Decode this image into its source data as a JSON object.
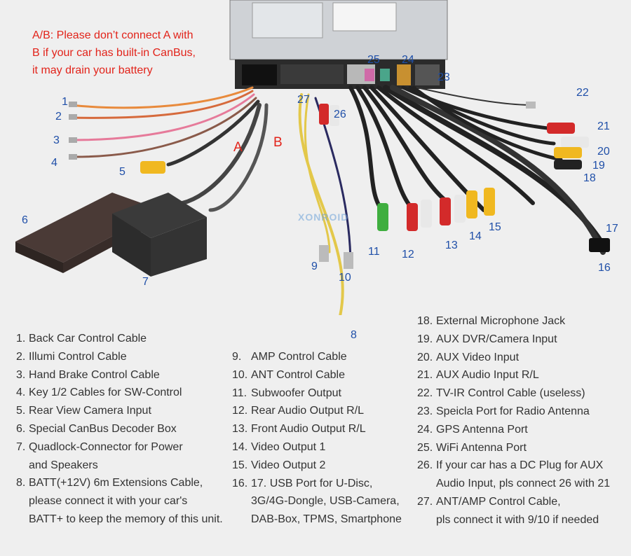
{
  "warning": "A/B: Please don’t connect A with\nB if your car has built-in CanBus,\nit may drain your battery",
  "ab_labels": {
    "a": "A",
    "b": "B"
  },
  "callouts": [
    "1",
    "2",
    "3",
    "4",
    "5",
    "6",
    "7",
    "8",
    "9",
    "10",
    "11",
    "12",
    "13",
    "14",
    "15",
    "16",
    "17",
    "18",
    "19",
    "20",
    "21",
    "22",
    "23",
    "24",
    "25",
    "26",
    "27"
  ],
  "watermark": "XONROID",
  "legend": {
    "col1": [
      {
        "num": "1.",
        "text": "Back Car Control Cable"
      },
      {
        "num": "2.",
        "text": "Illumi Control Cable"
      },
      {
        "num": "3.",
        "text": "Hand Brake Control Cable"
      },
      {
        "num": "4.",
        "text": "Key 1/2 Cables for SW-Control"
      },
      {
        "num": "5.",
        "text": "Rear View Camera Input"
      },
      {
        "num": "6.",
        "text": "Special CanBus Decoder Box"
      },
      {
        "num": "7.",
        "text": "Quadlock-Connector for Power\nand Speakers"
      },
      {
        "num": "8.",
        "text": "BATT(+12V) 6m Extensions Cable,\nplease connect it with your car's\nBATT+ to keep the memory of this unit."
      }
    ],
    "col2": [
      {
        "num": "9.",
        "text": "AMP Control Cable"
      },
      {
        "num": "10.",
        "text": "ANT Control Cable"
      },
      {
        "num": "11.",
        "text": "Subwoofer Output"
      },
      {
        "num": "12.",
        "text": "Rear Audio Output R/L"
      },
      {
        "num": "13.",
        "text": "Front Audio Output R/L"
      },
      {
        "num": "14.",
        "text": "Video Output 1"
      },
      {
        "num": "15.",
        "text": "Video Output 2"
      },
      {
        "num": "16.",
        "text": "17. USB Port for U-Disc,\n3G/4G-Dongle, USB-Camera,\nDAB-Box, TPMS, Smartphone"
      }
    ],
    "col3": [
      {
        "num": "18.",
        "text": "External Microphone Jack"
      },
      {
        "num": "19.",
        "text": "AUX DVR/Camera Input"
      },
      {
        "num": "20.",
        "text": "AUX Video Input"
      },
      {
        "num": "21.",
        "text": "AUX Audio Input R/L"
      },
      {
        "num": "22.",
        "text": "TV-IR Control Cable (useless)"
      },
      {
        "num": "23.",
        "text": "Speicla Port for Radio Antenna"
      },
      {
        "num": "24.",
        "text": "GPS Antenna Port"
      },
      {
        "num": "25.",
        "text": "WiFi Antenna Port"
      },
      {
        "num": "26.",
        "text": "If your car has a DC Plug for AUX\nAudio Input, pls connect 26 with 21"
      },
      {
        "num": "27.",
        "text": "ANT/AMP Control Cable,\npls connect it with 9/10 if needed"
      }
    ]
  },
  "colors": {
    "callout": "#1f4fa8",
    "warning": "#e2231a",
    "text": "#333333",
    "background": "#efefef"
  }
}
